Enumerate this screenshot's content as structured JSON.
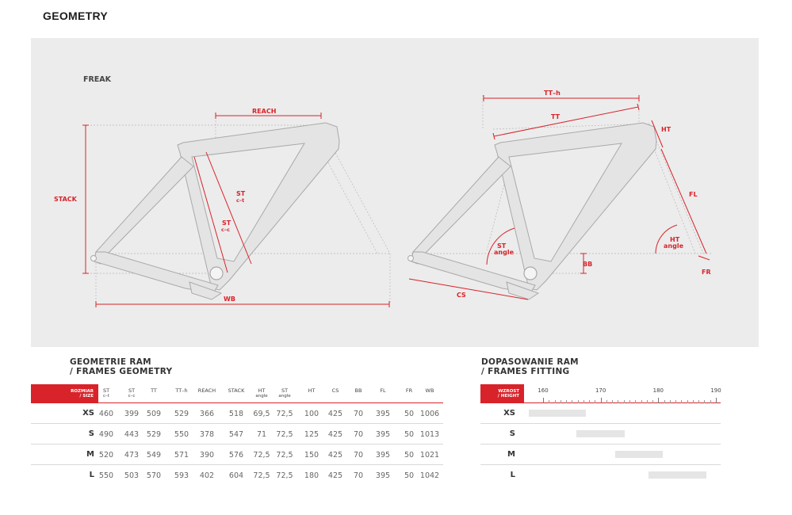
{
  "page": {
    "title": "GEOMETRY"
  },
  "diagram": {
    "model": "FREAK",
    "labels": {
      "reach": "REACH",
      "stack": "STACK",
      "st_ct": "ST",
      "st_ct_sub": "c–t",
      "st_cc": "ST",
      "st_cc_sub": "c–c",
      "wb": "WB",
      "tt_h": "TT–h",
      "tt": "TT",
      "ht": "HT",
      "fl": "FL",
      "fr": "FR",
      "bb": "BB",
      "cs": "CS",
      "st_angle": "ST",
      "st_angle_sub": "angle",
      "ht_angle": "HT",
      "ht_angle_sub": "angle"
    }
  },
  "geometry": {
    "heading_line1": "GEOMETRIE RAM",
    "heading_line2": "/ FRAMES GEOMETRY",
    "size_header_line1": "ROZMIAR",
    "size_header_line2": "/ SIZE",
    "columns": [
      {
        "main": "ST",
        "sub": "c–t"
      },
      {
        "main": "ST",
        "sub": "c–c"
      },
      {
        "main": "TT",
        "sub": ""
      },
      {
        "main": "TT–h",
        "sub": ""
      },
      {
        "main": "REACH",
        "sub": ""
      },
      {
        "main": "STACK",
        "sub": ""
      },
      {
        "main": "HT",
        "sub": "angle"
      },
      {
        "main": "ST",
        "sub": "angle"
      },
      {
        "main": "HT",
        "sub": ""
      },
      {
        "main": "CS",
        "sub": ""
      },
      {
        "main": "BB",
        "sub": ""
      },
      {
        "main": "FL",
        "sub": ""
      },
      {
        "main": "FR",
        "sub": ""
      },
      {
        "main": "WB",
        "sub": ""
      }
    ],
    "rows": [
      {
        "size": "XS",
        "values": [
          "460",
          "399",
          "509",
          "529",
          "366",
          "518",
          "69,5",
          "72,5",
          "100",
          "425",
          "70",
          "395",
          "50",
          "1006"
        ]
      },
      {
        "size": "S",
        "values": [
          "490",
          "443",
          "529",
          "550",
          "378",
          "547",
          "71",
          "72,5",
          "125",
          "425",
          "70",
          "395",
          "50",
          "1013"
        ]
      },
      {
        "size": "M",
        "values": [
          "520",
          "473",
          "549",
          "571",
          "390",
          "576",
          "72,5",
          "72,5",
          "150",
          "425",
          "70",
          "395",
          "50",
          "1021"
        ]
      },
      {
        "size": "L",
        "values": [
          "550",
          "503",
          "570",
          "593",
          "402",
          "604",
          "72,5",
          "72,5",
          "180",
          "425",
          "70",
          "395",
          "50",
          "1042"
        ]
      }
    ]
  },
  "fitting": {
    "heading_line1": "DOPASOWANIE RAM",
    "heading_line2": "/ FRAMES FITTING",
    "header_line1": "WZROST",
    "header_line2": "/ HEIGHT",
    "scale": [
      "160",
      "170",
      "180",
      "190"
    ],
    "scale_min": 160,
    "scale_max": 190,
    "rows": [
      {
        "size": "XS",
        "from": 157.5,
        "to": 167.5
      },
      {
        "size": "S",
        "from": 165.8,
        "to": 174.2
      },
      {
        "size": "M",
        "from": 172.5,
        "to": 180.8
      },
      {
        "size": "L",
        "from": 178.3,
        "to": 188.3
      }
    ]
  },
  "colors": {
    "accent": "#d8232a",
    "frame_fill": "#e4e4e4",
    "frame_stroke": "#a9a9a9"
  }
}
